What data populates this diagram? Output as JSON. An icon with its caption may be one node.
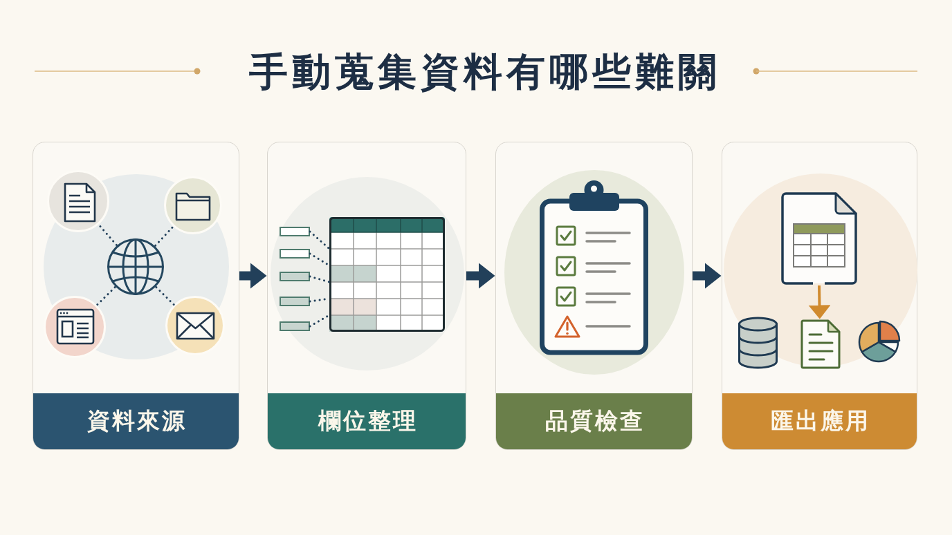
{
  "diagram": {
    "title": "手動蒐集資料有哪些難關",
    "nodes": [
      {
        "text": [
          "資料來源"
        ]
      },
      {
        "text": [],
        "shape": "circle",
        "in": 0
      },
      {
        "text": [],
        "shape": "circle",
        "in": 0
      },
      {
        "text": [],
        "shape": "picture",
        "in": 0
      },
      {
        "text": [],
        "shape": "circle",
        "in": 0
      },
      {
        "text": [],
        "shape": "circle",
        "in": 0
      },
      {
        "text": [
          "欄位整理"
        ]
      },
      {
        "text": [],
        "shape": "box",
        "in": 6
      },
      {
        "text": [],
        "shape": "box",
        "in": 6
      },
      {
        "text": [],
        "shape": "box",
        "in": 6
      },
      {
        "text": [],
        "shape": "box",
        "in": 6
      },
      {
        "text": [],
        "shape": "box",
        "in": 6
      },
      {
        "text": [],
        "shape": "picture",
        "in": 6
      },
      {
        "text": [
          "品質檢查"
        ]
      },
      {
        "text": [
          "匯出應用"
        ]
      },
      {
        "text": [],
        "shape": "picture",
        "in": 14
      },
      {
        "text": [],
        "shape": "picture",
        "in": 14
      }
    ],
    "edges": [
      {
        "from": 0,
        "to": 6,
        "arrow": "to",
        "style": "thick"
      },
      {
        "from": 3,
        "to": 1,
        "arrow": "none",
        "style": "dashed"
      },
      {
        "from": 3,
        "to": 2,
        "arrow": "none",
        "style": "dashed"
      },
      {
        "from": 3,
        "to": 4,
        "arrow": "none",
        "style": "dashed"
      },
      {
        "from": 3,
        "to": 5,
        "arrow": "none",
        "style": "dashed"
      },
      {
        "from": 7,
        "to": 12,
        "arrow": "none",
        "style": "dashed"
      },
      {
        "from": 8,
        "to": 12,
        "arrow": "none",
        "style": "dashed"
      },
      {
        "from": 9,
        "to": 12,
        "arrow": "none",
        "style": "dashed"
      },
      {
        "from": 10,
        "to": 12,
        "arrow": "none",
        "style": "dashed"
      },
      {
        "from": 11,
        "to": 12,
        "arrow": "none",
        "style": "dashed"
      },
      {
        "from": 6,
        "to": 13,
        "arrow": "to",
        "style": "thick"
      },
      {
        "from": 13,
        "to": 14,
        "arrow": "to",
        "style": "thick"
      },
      {
        "from": 15,
        "to": 16,
        "arrow": "to",
        "color": "#d08a2e"
      }
    ]
  }
}
